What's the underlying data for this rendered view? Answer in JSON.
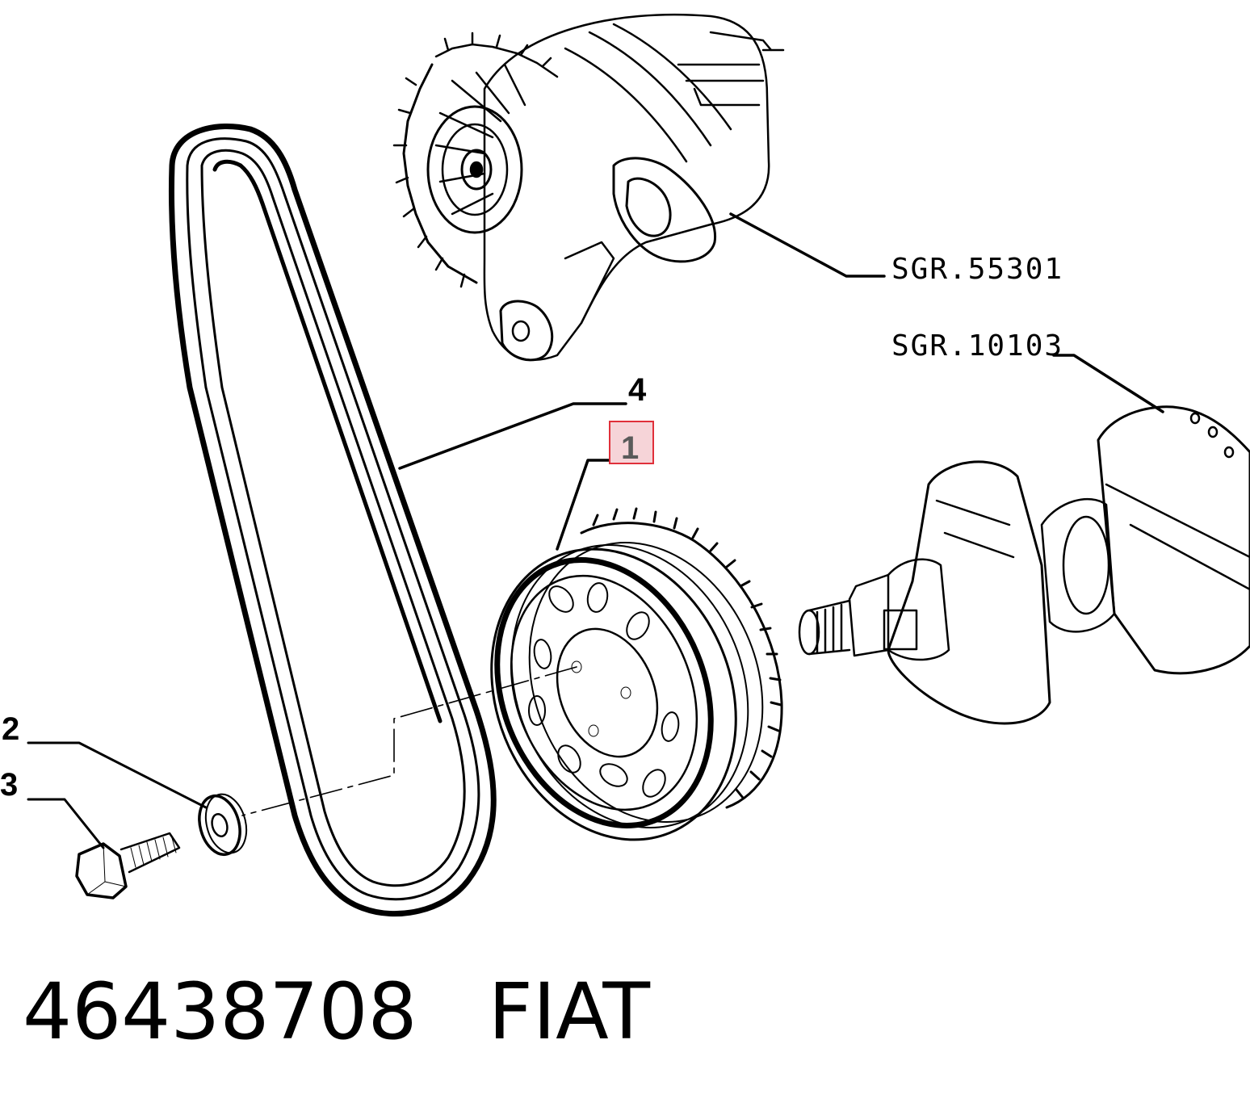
{
  "references": {
    "alternator": "SGR.55301",
    "crankshaft": "SGR.10103"
  },
  "callouts": {
    "pulley": "1",
    "washer": "2",
    "bolt": "3",
    "belt": "4"
  },
  "highlighted_callout": "1",
  "footer": {
    "part_number": "46438708",
    "brand": "FIAT"
  },
  "colors": {
    "highlight_fill": "#f6d4d8",
    "highlight_stroke": "#e0303a",
    "ink": "#000000"
  }
}
